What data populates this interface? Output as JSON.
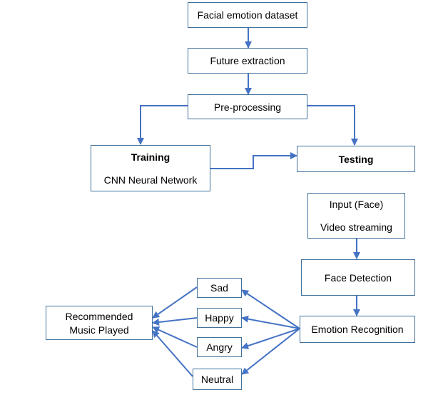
{
  "diagram": {
    "accent_color": "#4472c4",
    "border_color": "#41719c",
    "nodes": {
      "dataset": {
        "label": "Facial emotion dataset"
      },
      "extraction": {
        "label": "Future extraction"
      },
      "preprocessing": {
        "label": "Pre-processing"
      },
      "training": {
        "title": "Training",
        "subtitle": "CNN Neural Network"
      },
      "testing": {
        "title": "Testing"
      },
      "input": {
        "title": "Input (Face)",
        "subtitle": "Video streaming"
      },
      "face_detection": {
        "label": "Face Detection"
      },
      "emotion_recognition": {
        "label": "Emotion Recognition"
      },
      "sad": {
        "label": "Sad"
      },
      "happy": {
        "label": "Happy"
      },
      "angry": {
        "label": "Angry"
      },
      "neutral": {
        "label": "Neutral"
      },
      "music": {
        "line1": "Recommended",
        "line2": "Music Played"
      }
    }
  }
}
